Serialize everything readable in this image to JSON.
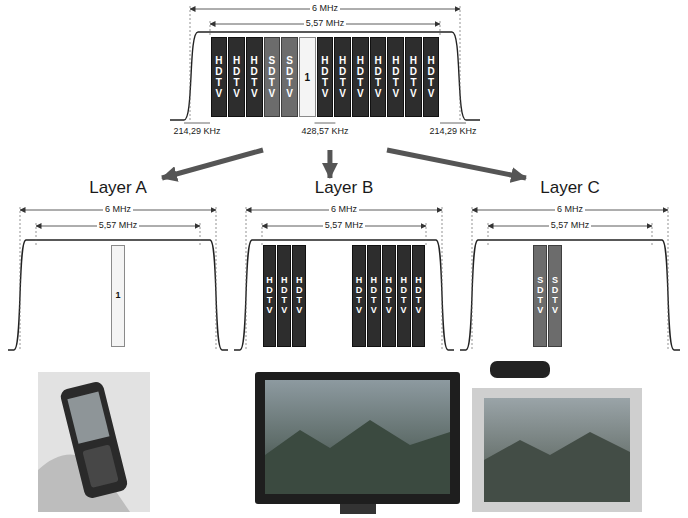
{
  "diagram": {
    "nodes": [
      {
        "text": [
          "6 MHz",
          "5,57 MHz"
        ]
      },
      {
        "text": [
          "HDTV"
        ],
        "in": 0
      },
      {
        "text": [
          "HDTV"
        ],
        "in": 0
      },
      {
        "text": [
          "HDTV"
        ],
        "in": 0
      },
      {
        "text": [
          "SDTV"
        ],
        "in": 0
      },
      {
        "text": [
          "SDTV"
        ],
        "in": 0
      },
      {
        "text": [
          "1"
        ],
        "in": 0
      },
      {
        "text": [
          "HDTV"
        ],
        "in": 0
      },
      {
        "text": [
          "HDTV"
        ],
        "in": 0
      },
      {
        "text": [
          "HDTV"
        ],
        "in": 0
      },
      {
        "text": [
          "HDTV"
        ],
        "in": 0
      },
      {
        "text": [
          "HDTV"
        ],
        "in": 0
      },
      {
        "text": [
          "HDTV"
        ],
        "in": 0
      },
      {
        "text": [
          "HDTV"
        ],
        "in": 0
      },
      {
        "text": [
          "Layer A",
          "6 MHz",
          "5,57 MHz"
        ]
      },
      {
        "text": [
          "1"
        ],
        "in": 14
      },
      {
        "text": [
          "Layer B",
          "6 MHz",
          "5,57 MHz"
        ]
      },
      {
        "text": [
          "HDTV"
        ],
        "in": 16
      },
      {
        "text": [
          "HDTV"
        ],
        "in": 16
      },
      {
        "text": [
          "HDTV"
        ],
        "in": 16
      },
      {
        "text": [
          "HDTV"
        ],
        "in": 16
      },
      {
        "text": [
          "HDTV"
        ],
        "in": 16
      },
      {
        "text": [
          "HDTV"
        ],
        "in": 16
      },
      {
        "text": [
          "HDTV"
        ],
        "in": 16
      },
      {
        "text": [
          "HDTV"
        ],
        "in": 16
      },
      {
        "text": [
          "Layer C",
          "6 MHz",
          "5,57 MHz"
        ]
      },
      {
        "text": [
          "SDTV"
        ],
        "in": 25
      },
      {
        "text": [
          "SDTV"
        ],
        "in": 25
      }
    ],
    "edges": [
      {
        "from": 0,
        "to": 14,
        "arrow": "to"
      },
      {
        "from": 0,
        "to": 16,
        "arrow": "to"
      },
      {
        "from": 0,
        "to": 25,
        "arrow": "to"
      }
    ],
    "labels": [
      "214,29 KHz",
      "428,57 KHz",
      "214,29 KHz"
    ]
  }
}
